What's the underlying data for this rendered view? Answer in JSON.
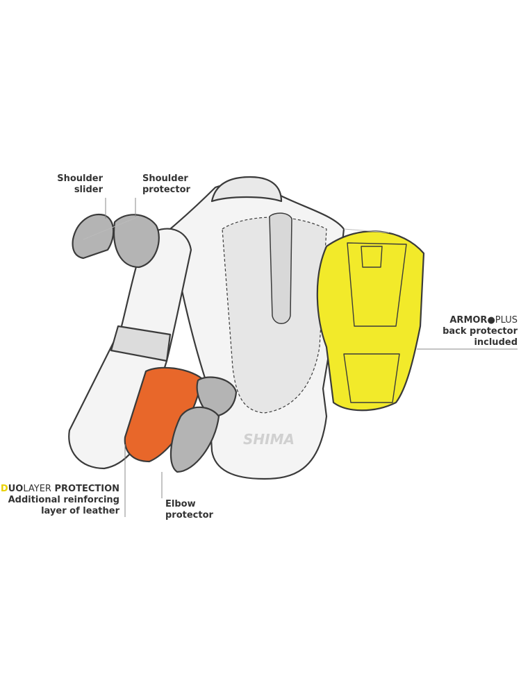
{
  "labels": {
    "shoulder_slider": [
      "Shoulder",
      "slider"
    ],
    "shoulder_protector": [
      "Shoulder",
      "protector"
    ],
    "armor_plus": {
      "brand_bold": "ARMOR",
      "brand_light": "PLUS",
      "lines": [
        "back protector",
        "included"
      ]
    },
    "duolayer": {
      "brand_accent": "D",
      "brand_bold": "UO",
      "brand_light": "LAYER",
      "brand_tail": "PROTECTION",
      "lines": [
        "Additional reinforcing",
        "layer of leather"
      ]
    },
    "elbow_protector": [
      "Elbow",
      "protector"
    ]
  },
  "jacket_logo": "SHIMA",
  "colors": {
    "back_protector": "#f2ea2a",
    "duolayer": "#e8672a",
    "protector_grey": "#b4b4b4",
    "outline": "#3a3a3a",
    "accent": "#e8d000"
  }
}
